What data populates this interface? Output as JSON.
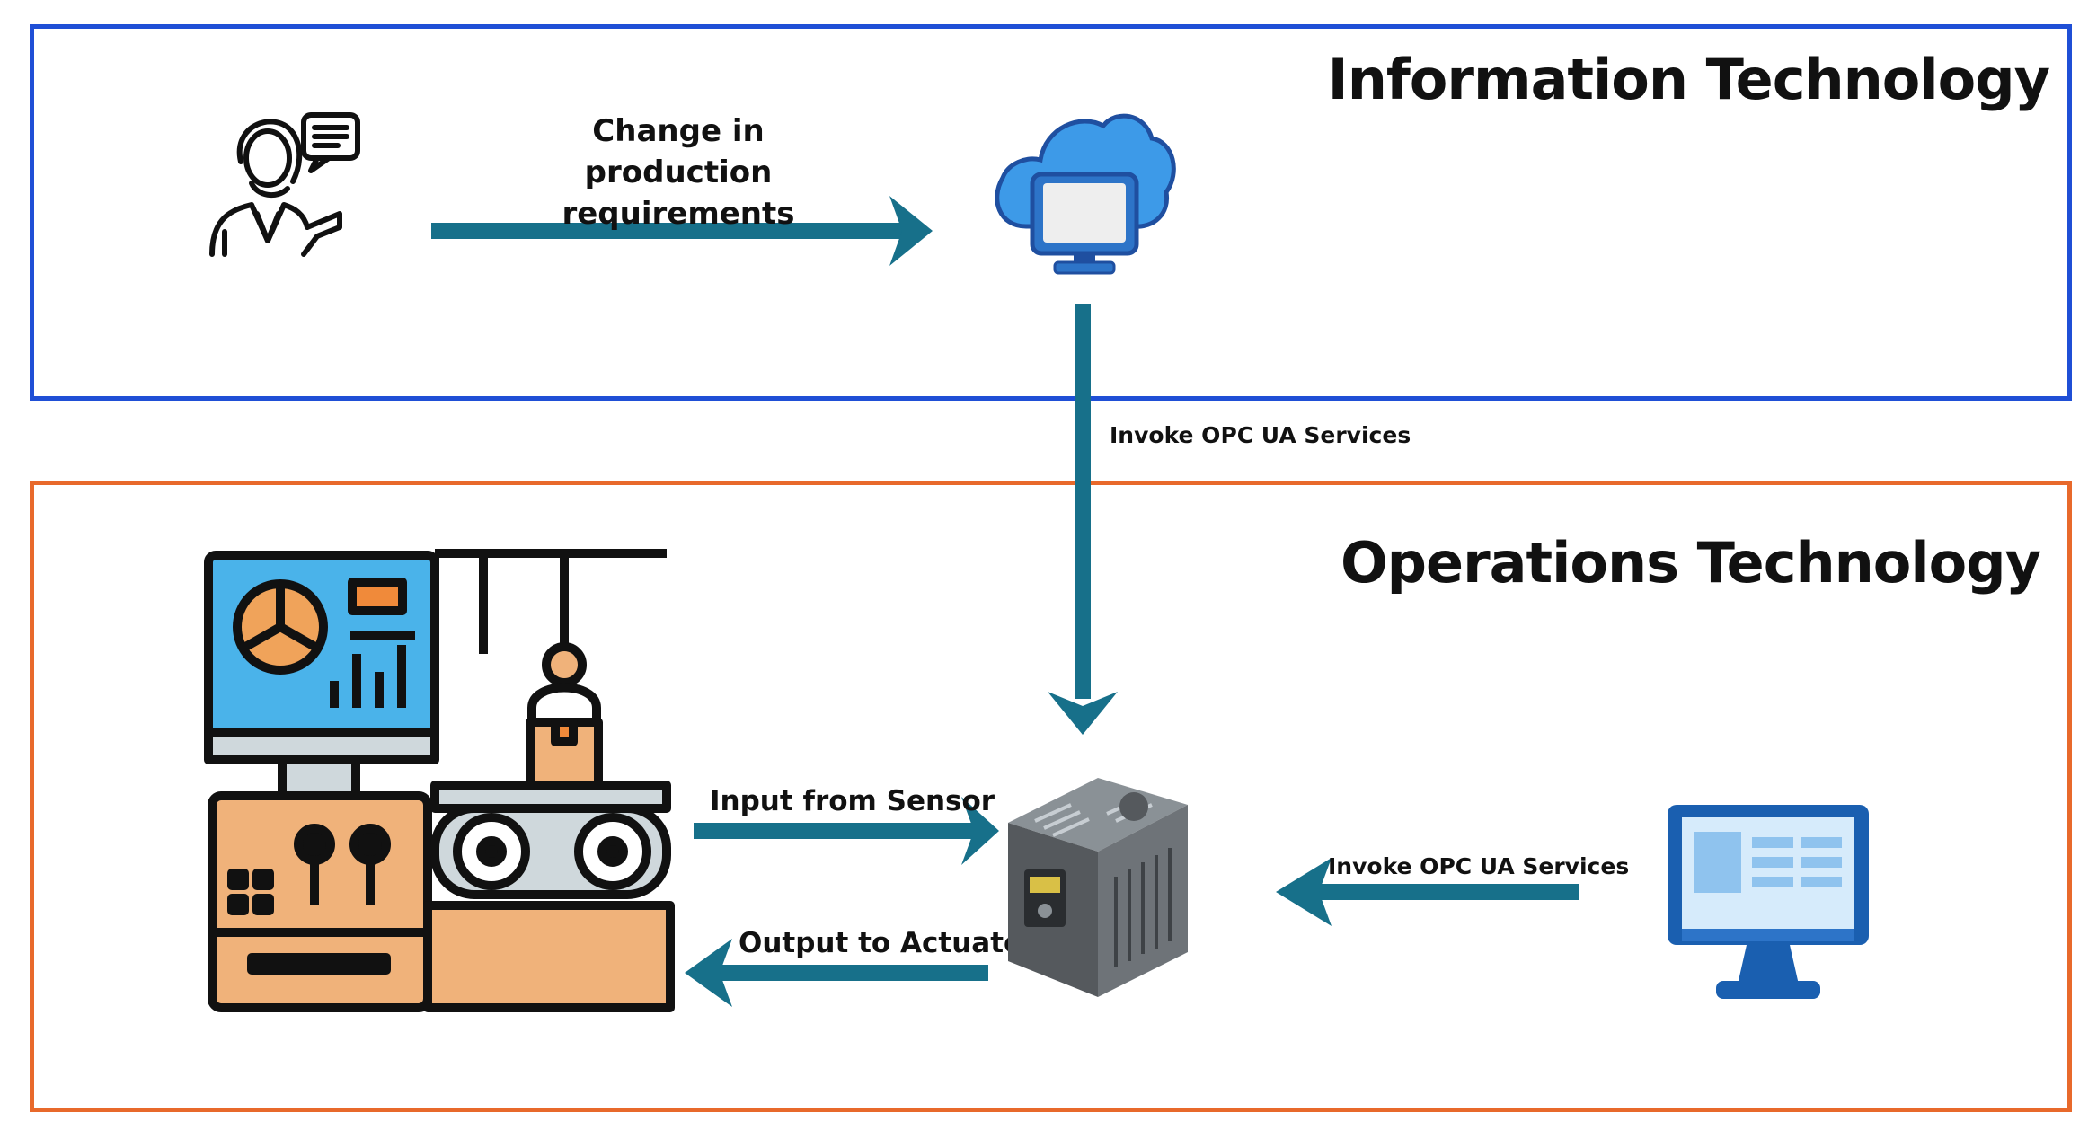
{
  "zones": {
    "it_title": "Information Technology",
    "ot_title": "Operations Technology"
  },
  "labels": {
    "change_requirements": "Change in production requirements",
    "invoke_top": "Invoke OPC UA Services",
    "input_from_sensor": "Input from Sensor",
    "output_to_actuator": "Output to Actuator",
    "invoke_right": "Invoke OPC UA Services"
  },
  "icons": {
    "user": "person-speech-icon",
    "cloud": "cloud-computer-icon",
    "machine": "factory-machine-icon",
    "controller": "plc-controller-icon",
    "monitor": "monitor-icon"
  },
  "colors": {
    "it_border": "#1f4fd6",
    "ot_border": "#e8692b",
    "arrow": "#17708a"
  }
}
